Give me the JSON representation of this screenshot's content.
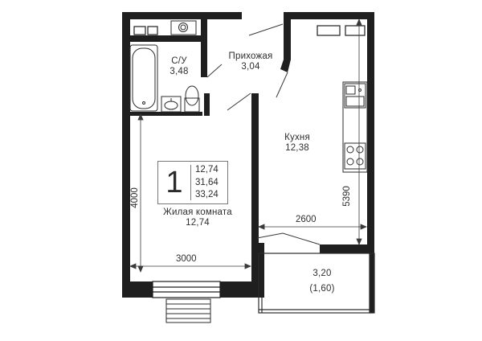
{
  "plan": {
    "rooms_count": "1",
    "areas": [
      "12,74",
      "31,64",
      "33,24"
    ],
    "rooms": [
      {
        "id": "bathroom",
        "name": "С/У",
        "area": "3,48"
      },
      {
        "id": "hallway",
        "name": "Прихожая",
        "area": "3,04"
      },
      {
        "id": "kitchen",
        "name": "Кухня",
        "area": "12,38"
      },
      {
        "id": "living",
        "name": "Жилая комната",
        "area": "12,74"
      },
      {
        "id": "balcony",
        "name": "3,20",
        "area": "(1,60)"
      }
    ],
    "dimensions": {
      "living_width": "3000",
      "living_depth": "4000",
      "kitchen_width": "2600",
      "kitchen_depth": "5390"
    },
    "colors": {
      "wall": "#1f1f1f",
      "line": "#3a3a3a"
    }
  }
}
